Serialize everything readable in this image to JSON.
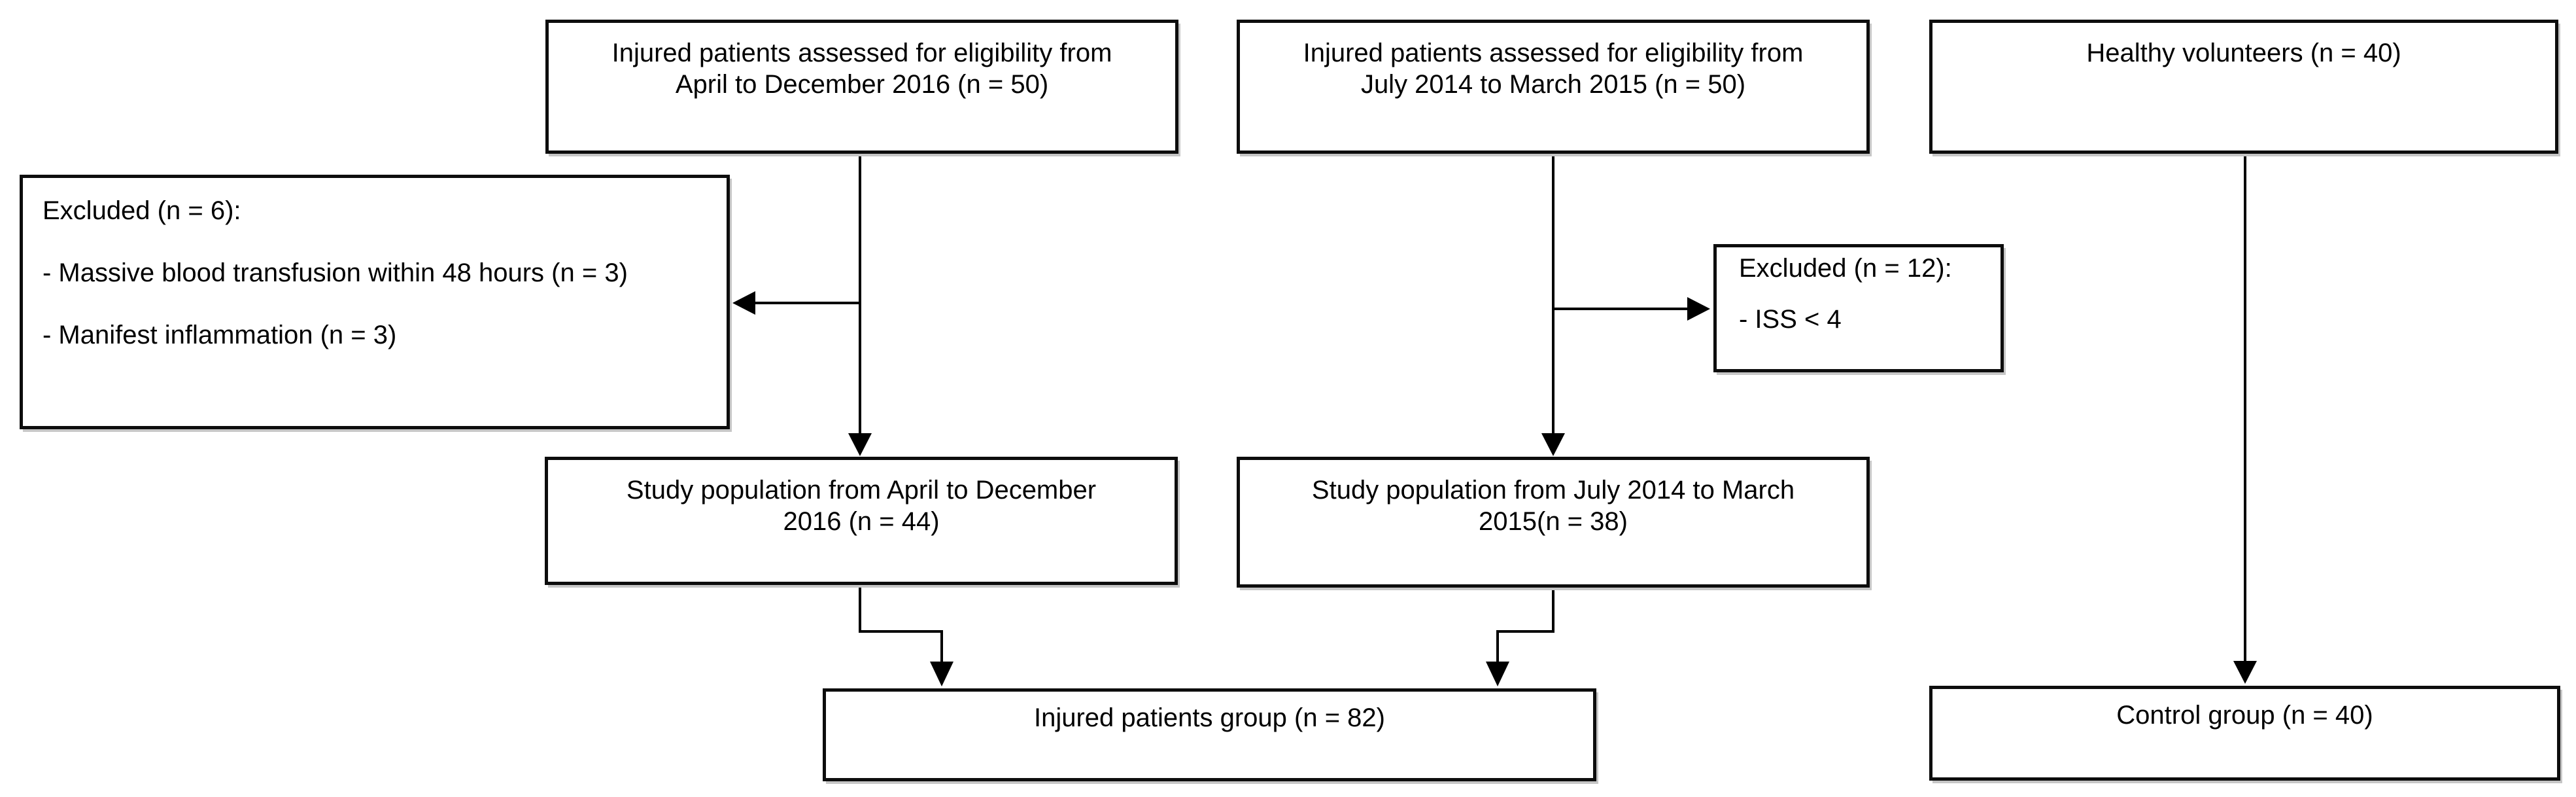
{
  "diagram": {
    "type": "patient-flow-chart",
    "boxes": {
      "eligibility_2016": {
        "lines": [
          "Injured patients assessed for eligibility from",
          "April to December 2016 (n = 50)"
        ]
      },
      "eligibility_2014": {
        "lines": [
          "Injured patients assessed for eligibility from",
          "July 2014 to March 2015 (n = 50)"
        ]
      },
      "healthy_volunteers": {
        "lines": [
          "Healthy volunteers (n = 40)"
        ]
      },
      "excluded_left": {
        "title": "Excluded (n = 6):",
        "items": [
          "- Massive blood transfusion within 48 hours (n = 3)",
          "- Manifest inflammation (n = 3)"
        ]
      },
      "excluded_right": {
        "title": "Excluded (n = 12):",
        "items": [
          "- ISS < 4"
        ]
      },
      "study_2016": {
        "lines": [
          "Study population from April to December",
          "2016 (n = 44)"
        ]
      },
      "study_2014": {
        "lines": [
          "Study population from July 2014 to March",
          "2015(n = 38)"
        ]
      },
      "injured_group": {
        "lines": [
          "Injured patients group (n = 82)"
        ]
      },
      "control_group": {
        "lines": [
          "Control group (n = 40)"
        ]
      }
    },
    "colors": {
      "background": "#ffffff",
      "box_fill": "#ffffff",
      "border": "#0d0d0d",
      "text": "#000000",
      "connector": "#000000",
      "shadow": "#c6c6c6"
    }
  }
}
